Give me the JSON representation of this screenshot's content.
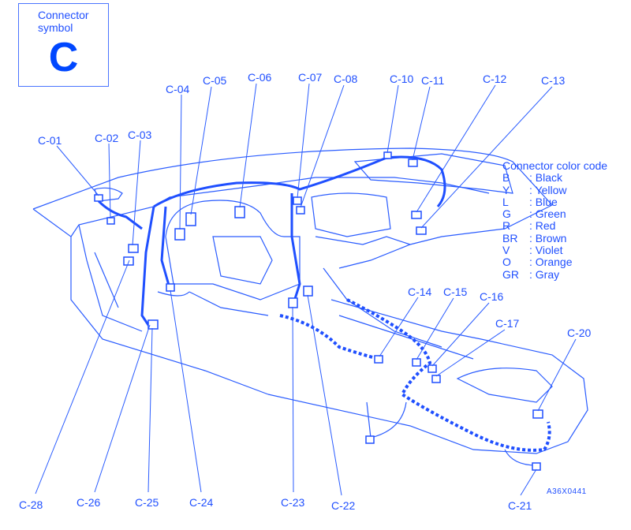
{
  "symbol_box": {
    "title": "Connector symbol",
    "letter": "C"
  },
  "legend": {
    "title": "Connector color code",
    "items": [
      {
        "code": "B",
        "name": ": Black"
      },
      {
        "code": "Y",
        "name": ": Yellow"
      },
      {
        "code": "L",
        "name": ": Blue"
      },
      {
        "code": "G",
        "name": ": Green"
      },
      {
        "code": "R",
        "name": ": Red"
      },
      {
        "code": "BR",
        "name": ": Brown"
      },
      {
        "code": "V",
        "name": ": Violet"
      },
      {
        "code": "O",
        "name": ": Orange"
      },
      {
        "code": "GR",
        "name": ": Gray"
      }
    ]
  },
  "connectors": [
    "C-01",
    "C-02",
    "C-03",
    "C-04",
    "C-05",
    "C-06",
    "C-07",
    "C-08",
    "C-10",
    "C-11",
    "C-12",
    "C-13",
    "C-14",
    "C-15",
    "C-16",
    "C-17",
    "C-20",
    "C-21",
    "C-22",
    "C-23",
    "C-24",
    "C-25",
    "C-26",
    "C-28"
  ],
  "figure_code": "A36X0441",
  "colors": {
    "ink": "#1f4fff"
  }
}
